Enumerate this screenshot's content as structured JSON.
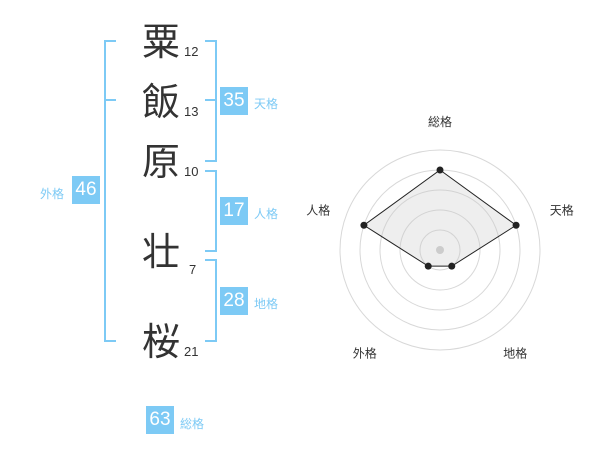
{
  "name": {
    "chars": [
      {
        "char": "粟",
        "strokes": "12"
      },
      {
        "char": "飯",
        "strokes": "13"
      },
      {
        "char": "原",
        "strokes": "10"
      },
      {
        "char": "壮",
        "strokes": "7"
      },
      {
        "char": "桜",
        "strokes": "21"
      }
    ]
  },
  "kaku": {
    "tenkaku": {
      "label": "天格",
      "value": "35"
    },
    "jinkaku": {
      "label": "人格",
      "value": "17"
    },
    "chikaku": {
      "label": "地格",
      "value": "28"
    },
    "gaikaku": {
      "label": "外格",
      "value": "46"
    },
    "soukaku": {
      "label": "総格",
      "value": "63"
    }
  },
  "colors": {
    "accent": "#7dcaf5"
  },
  "chart_data": {
    "type": "radar",
    "axes": [
      "総格",
      "天格",
      "地格",
      "外格",
      "人格"
    ],
    "values": [
      4,
      4,
      1,
      1,
      4
    ],
    "max": 5,
    "rings": 5
  }
}
